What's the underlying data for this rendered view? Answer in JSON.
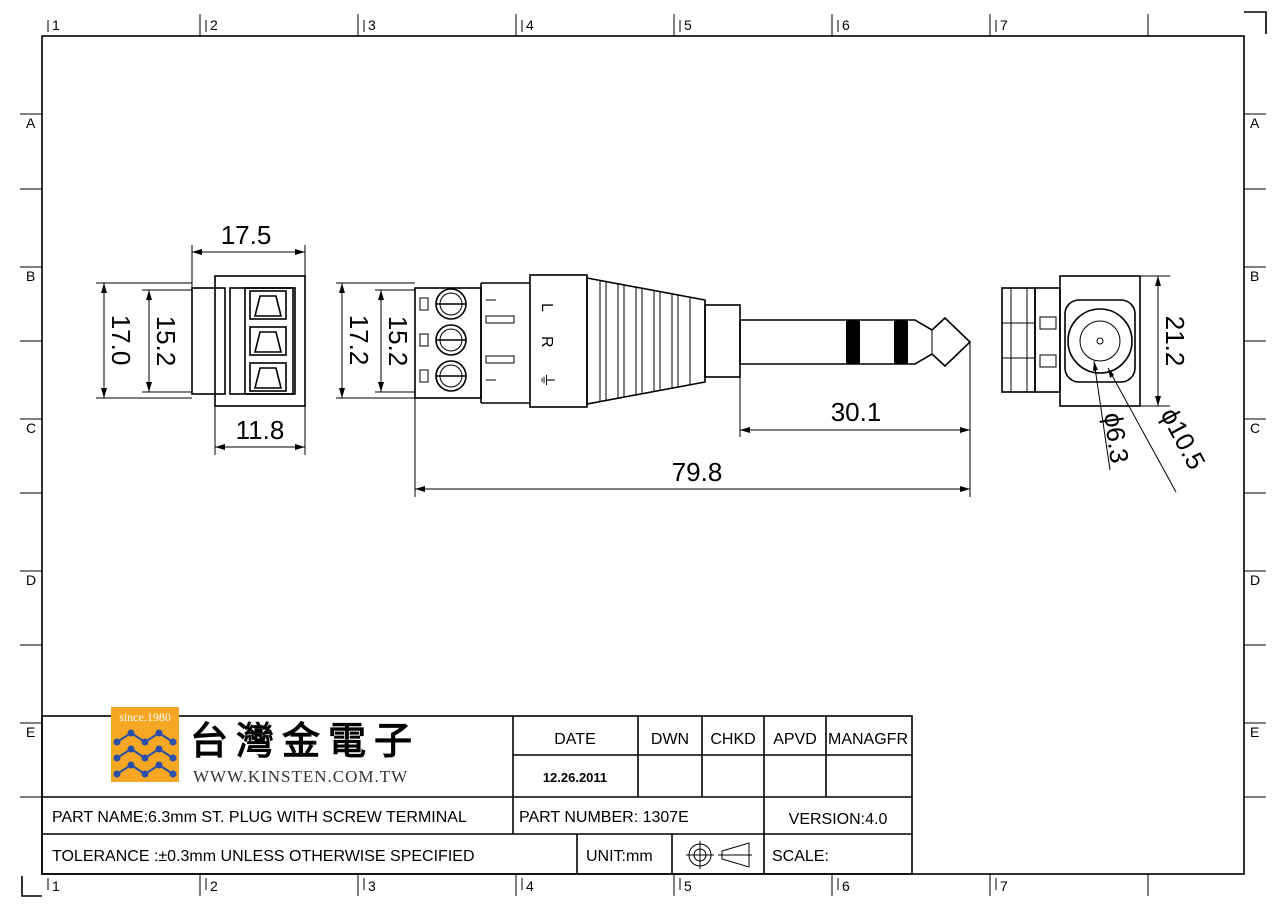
{
  "zones": {
    "columns": [
      "1",
      "2",
      "3",
      "4",
      "5",
      "6",
      "7"
    ],
    "rows": [
      "A",
      "B",
      "C",
      "D",
      "E"
    ]
  },
  "dimensions": {
    "side_width": "17.5",
    "side_height_outer": "17.0",
    "side_height_inner": "15.2",
    "side_bottom_width": "11.8",
    "front_height_outer": "17.2",
    "front_height_inner": "15.2",
    "plug_length": "30.1",
    "total_length": "79.8",
    "end_height": "21.2",
    "end_diam_small": "ϕ6.3",
    "end_diam_large": "ϕ10.5"
  },
  "terminal_labels": [
    "L",
    "R",
    "⏚"
  ],
  "logo": {
    "badge": "since.1980",
    "company_cn": "台灣金電子",
    "website": "WWW.KINSTEN.COM.TW",
    "brand_color": "#f5a623",
    "dot_color": "#2b4ea8"
  },
  "title_block": {
    "date_label": "DATE",
    "dwn_label": "DWN",
    "chkd_label": "CHKD",
    "apvd_label": "APVD",
    "managfr_label": "MANAGFR",
    "date_value": "12.26.2011",
    "part_name": "PART  NAME:6.3mm ST. PLUG WITH SCREW TERMINAL",
    "part_number": "PART  NUMBER:  1307E",
    "version": "VERSION:4.0",
    "tolerance": "TOLERANCE  :±0.3mm  UNLESS  OTHERWISE  SPECIFIED",
    "unit": "UNIT:mm",
    "scale": "SCALE:"
  }
}
